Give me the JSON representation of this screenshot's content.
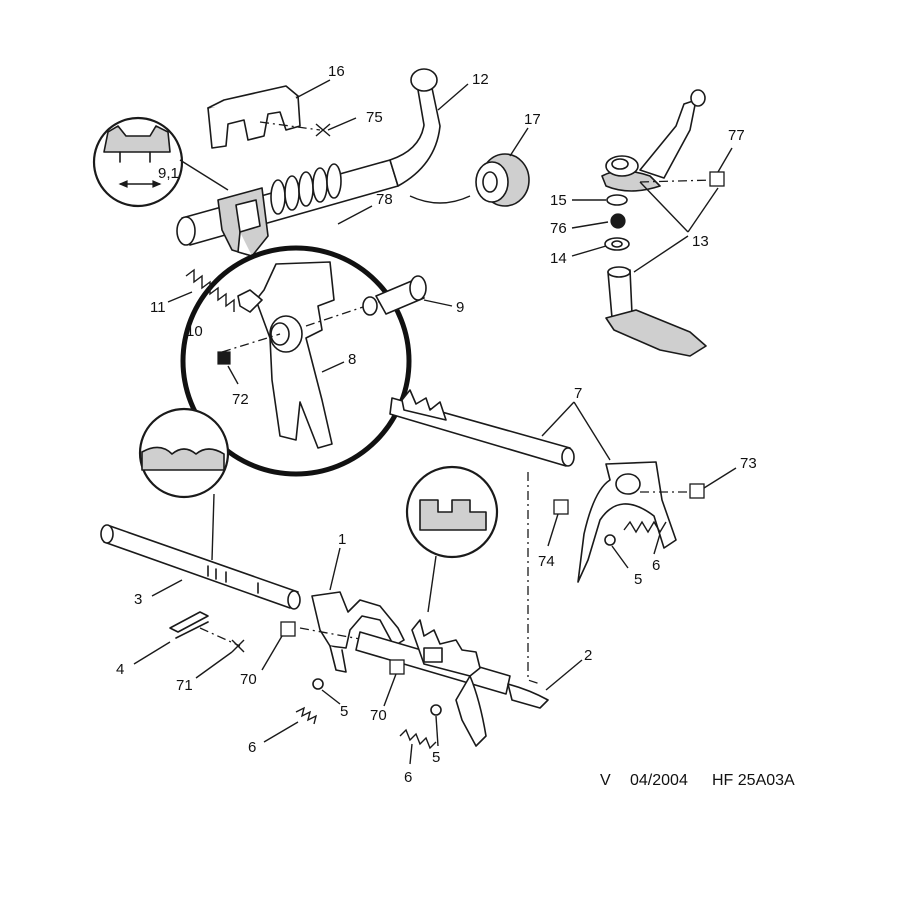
{
  "labels": {
    "l1": "1",
    "l2": "2",
    "l3": "3",
    "l4": "4",
    "l5a": "5",
    "l5b": "5",
    "l5c": "5",
    "l6a": "6",
    "l6b": "6",
    "l6c": "6",
    "l7": "7",
    "l8": "8",
    "l9": "9",
    "l10": "10",
    "l11": "11",
    "l12": "12",
    "l13": "13",
    "l14": "14",
    "l15": "15",
    "l16": "16",
    "l17": "17",
    "l70a": "70",
    "l70b": "70",
    "l71": "71",
    "l72": "72",
    "l73": "73",
    "l74": "74",
    "l75": "75",
    "l76": "76",
    "l77": "77",
    "l78": "78"
  },
  "dimension": "9,1",
  "footer": {
    "version": "V",
    "date": "04/2004",
    "ref": "HF 25A03A"
  },
  "colors": {
    "line": "#1a1a1a",
    "shade": "#cfcfcf",
    "background": "#ffffff"
  }
}
